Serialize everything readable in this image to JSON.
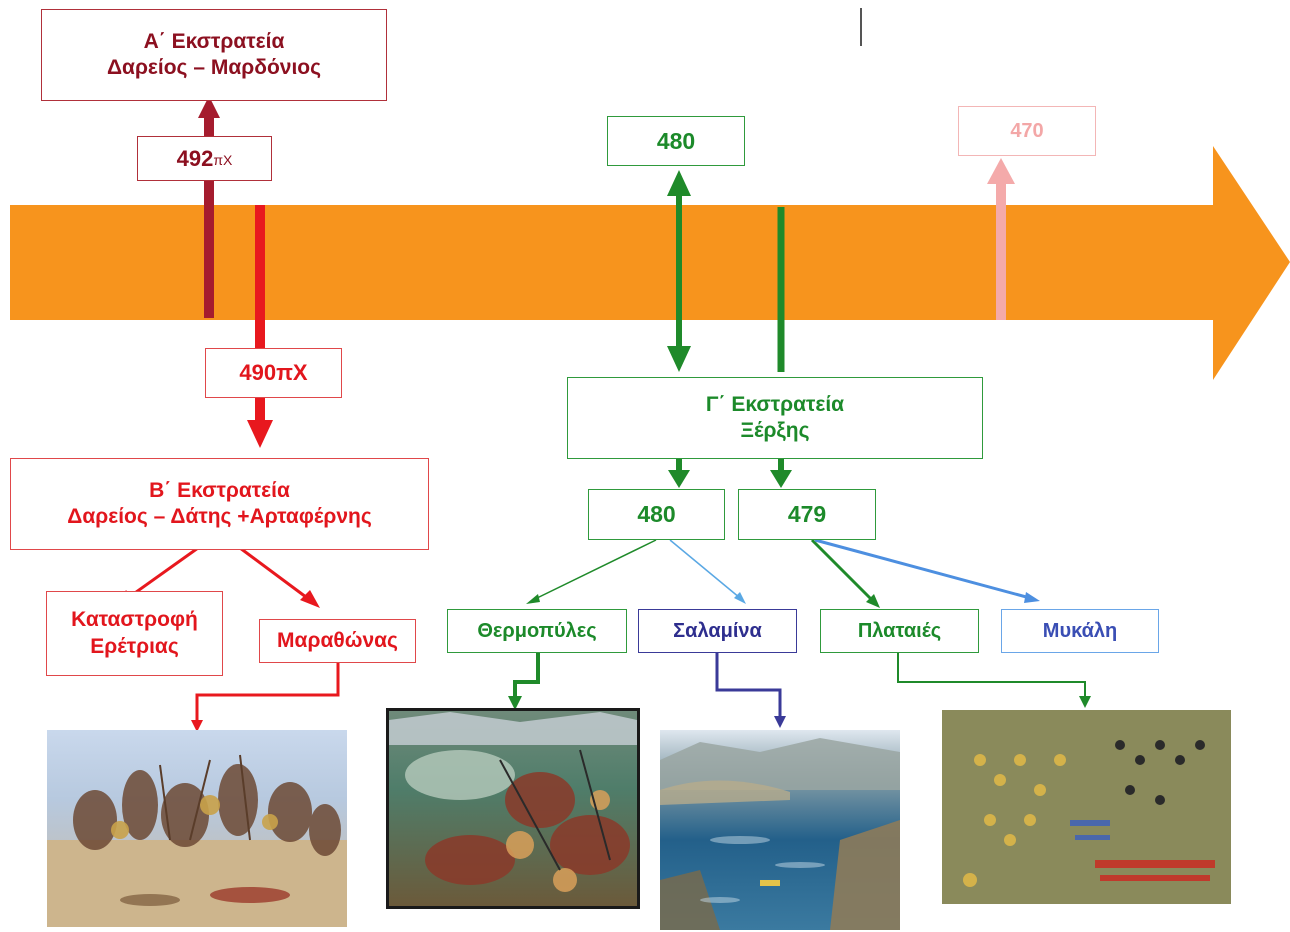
{
  "campaign_a": {
    "line1": "Α΄ Εκστρατεία",
    "line2": "Δαρείος – Μαρδόνιος"
  },
  "date_492": {
    "number": "492",
    "suffix": "πΧ"
  },
  "date_490": {
    "label": "490πΧ"
  },
  "campaign_b": {
    "line1": "Β΄ Εκστρατεία",
    "line2": "Δαρείος  – Δάτης +Αρταφέρνης"
  },
  "battles_b": {
    "eretria_line1": "Καταστροφή",
    "eretria_line2": "Ερέτριας",
    "marathon": "Μαραθώνας"
  },
  "date_480_top": {
    "label": "480"
  },
  "date_470": {
    "label": "470"
  },
  "campaign_c": {
    "line1": "Γ΄ Εκστρατεία",
    "line2": "Ξέρξης"
  },
  "date_480_bottom": {
    "label": "480"
  },
  "date_479": {
    "label": "479"
  },
  "battles_c": {
    "thermopylae": "Θερμοπύλες",
    "salamis": "Σαλαμίνα",
    "plataea": "Πλαταιές",
    "mycale": "Μυκάλη"
  },
  "colors": {
    "timeline_arrow": "#f7941d",
    "campaign_a": "#a51c2e",
    "campaign_b": "#e8181e",
    "campaign_c": "#1f8a2a",
    "salamis": "#3a3a98",
    "mycale": "#4d8fe0",
    "date_470": "#f4aaaa"
  }
}
